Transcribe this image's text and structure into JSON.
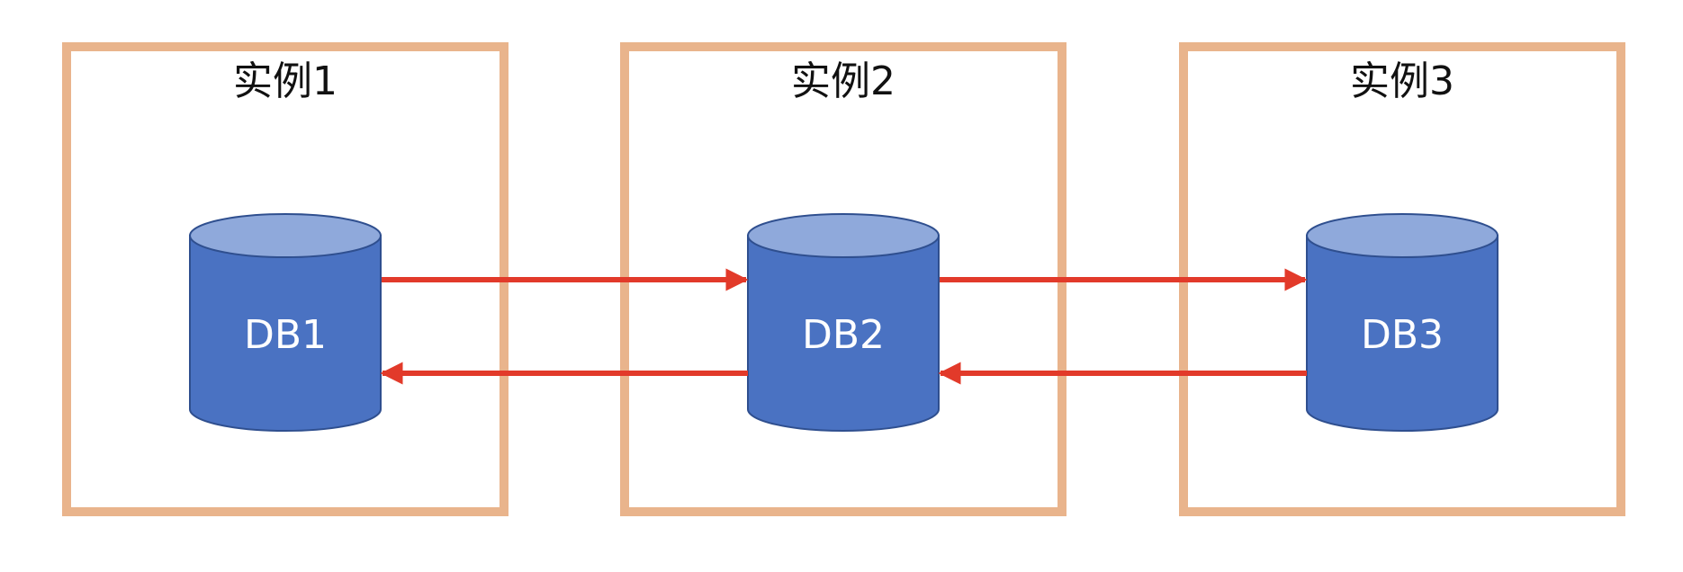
{
  "colors": {
    "instance_border": "#E9B48C",
    "db_body": "#4A72C2",
    "db_top": "#8FA9DB",
    "db_outline": "#2F4F8F",
    "arrow": "#E23A2A",
    "background": "#FFFFFF"
  },
  "instances": [
    {
      "title": "实例1",
      "db": {
        "label": "DB1",
        "icon": "database-cylinder-icon"
      }
    },
    {
      "title": "实例2",
      "db": {
        "label": "DB2",
        "icon": "database-cylinder-icon"
      }
    },
    {
      "title": "实例3",
      "db": {
        "label": "DB3",
        "icon": "database-cylinder-icon"
      }
    }
  ],
  "connections": [
    {
      "from": "DB1",
      "to": "DB2"
    },
    {
      "from": "DB2",
      "to": "DB1"
    },
    {
      "from": "DB2",
      "to": "DB3"
    },
    {
      "from": "DB3",
      "to": "DB2"
    }
  ]
}
